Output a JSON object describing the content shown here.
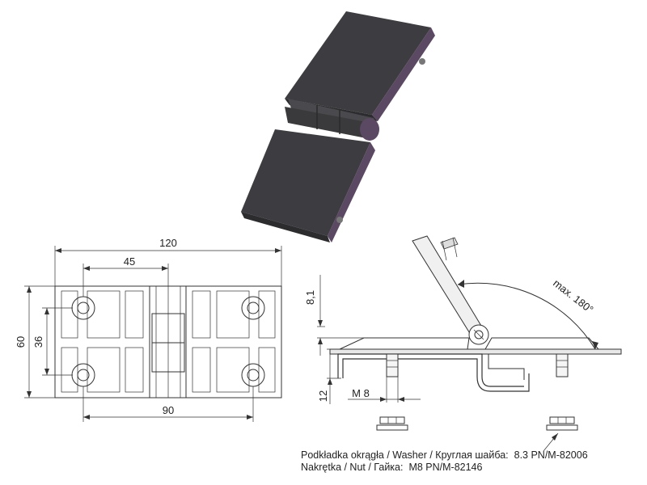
{
  "dimensions": {
    "overall_width": "120",
    "hole_spacing_half": "45",
    "overall_height": "60",
    "hole_spacing_vertical": "36",
    "hole_spacing_horizontal": "90",
    "side_offset": "8,1",
    "side_thread": "M 8",
    "side_bottom": "12"
  },
  "annotations": {
    "max_angle": "max. 180°"
  },
  "notes": {
    "washer_label": "Podkładka okrągła / Washer / Круглая шайба:",
    "washer_spec": "8.3 PN/M-82006",
    "nut_label": "Nakrętka / Nut / Гайка:",
    "nut_spec": "M8 PN/M-82146"
  },
  "colors": {
    "body": "#3f3f42",
    "edge": "#5a4560"
  }
}
